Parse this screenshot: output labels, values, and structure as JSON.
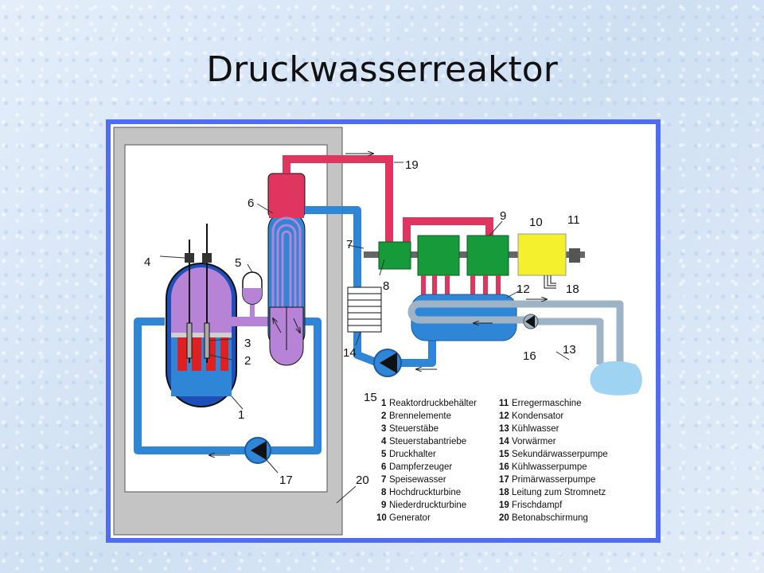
{
  "title": "Druckwasserreaktor",
  "numbers": {
    "n1": "1",
    "n2": "2",
    "n3": "3",
    "n4": "4",
    "n5": "5",
    "n6": "6",
    "n7": "7",
    "n8": "8",
    "n9": "9",
    "n10": "10",
    "n11": "11",
    "n12": "12",
    "n13": "13",
    "n14": "14",
    "n15": "15",
    "n16": "16",
    "n17": "17",
    "n18": "18",
    "n19": "19",
    "n20": "20"
  },
  "legend": [
    {
      "num": "1",
      "text": "Reaktordruckbehälter"
    },
    {
      "num": "2",
      "text": "Brennelemente"
    },
    {
      "num": "3",
      "text": "Steuerstäbe"
    },
    {
      "num": "4",
      "text": "Steuerstabantriebe"
    },
    {
      "num": "5",
      "text": "Druckhalter"
    },
    {
      "num": "6",
      "text": "Dampferzeuger"
    },
    {
      "num": "7",
      "text": "Speisewasser"
    },
    {
      "num": "8",
      "text": "Hochdruckturbine"
    },
    {
      "num": "9",
      "text": "Niederdruckturbine"
    },
    {
      "num": "10",
      "text": "Generator"
    },
    {
      "num": "11",
      "text": "Erregermaschine"
    },
    {
      "num": "12",
      "text": "Kondensator"
    },
    {
      "num": "13",
      "text": "Kühlwasser"
    },
    {
      "num": "14",
      "text": "Vorwärmer"
    },
    {
      "num": "15",
      "text": "Sekundärwasserpumpe"
    },
    {
      "num": "16",
      "text": "Kühlwasserpumpe"
    },
    {
      "num": "17",
      "text": "Primärwasserpumpe"
    },
    {
      "num": "18",
      "text": "Leitung zum Stromnetz"
    },
    {
      "num": "19",
      "text": "Frischdampf"
    },
    {
      "num": "20",
      "text": "Betonabschirmung"
    }
  ],
  "colors": {
    "concrete": "#c4c4c4",
    "water": "#2f86d6",
    "steam": "#e0355f",
    "reactor_gas": "#b783d6",
    "turbine": "#169a3a",
    "generator": "#f5f02e",
    "cooling": "#9fb3c6",
    "river": "#9ed4f2",
    "fuel": "#e02020",
    "frame": "#4f6cf2"
  }
}
